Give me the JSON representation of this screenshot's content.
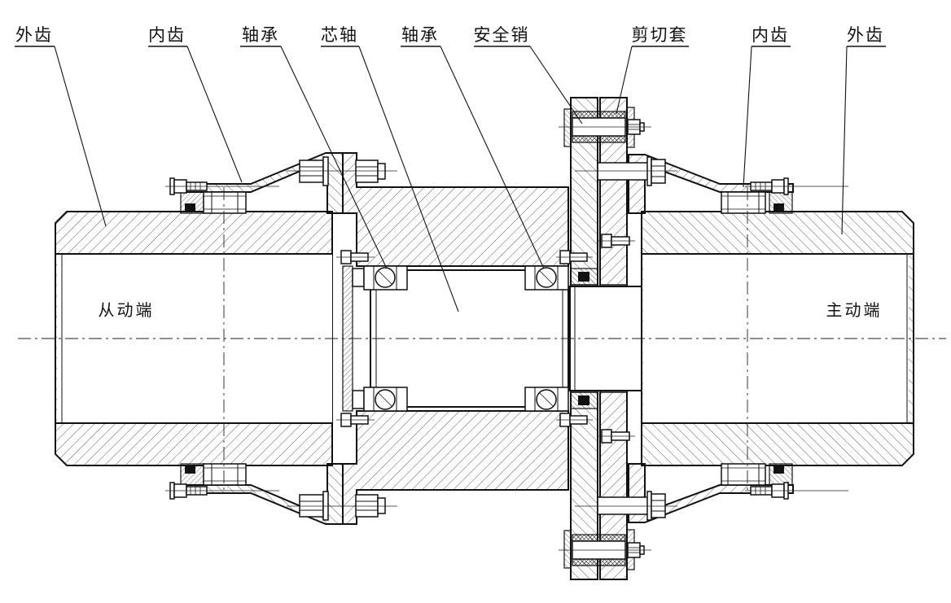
{
  "drawing": {
    "background": "#ffffff",
    "line_color": "#111111",
    "part_labels": [
      {
        "text": "外齿"
      },
      {
        "text": "内齿"
      },
      {
        "text": "轴承"
      },
      {
        "text": "芯轴"
      },
      {
        "text": "轴承"
      },
      {
        "text": "安全销"
      },
      {
        "text": "剪切套"
      },
      {
        "text": "内齿"
      },
      {
        "text": "外齿"
      }
    ],
    "end_labels": {
      "left": "从动端",
      "right": "主动端"
    }
  }
}
